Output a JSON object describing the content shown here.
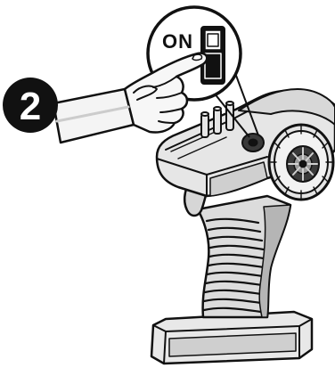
{
  "instruction": {
    "step_number": "2",
    "switch_label": "ON"
  },
  "colors": {
    "ink": "#111111",
    "light_gray": "#e8e8e8",
    "mid_gray": "#cfcfcf",
    "dark_gray": "#9a9a9a",
    "paper": "#ffffff"
  },
  "icons": {
    "step_badge": "numbered-black-circle",
    "zoom_callout": "power-switch-detail-circle",
    "hand": "pointing-finger",
    "device": "pistol-grip-rc-transmitter"
  }
}
